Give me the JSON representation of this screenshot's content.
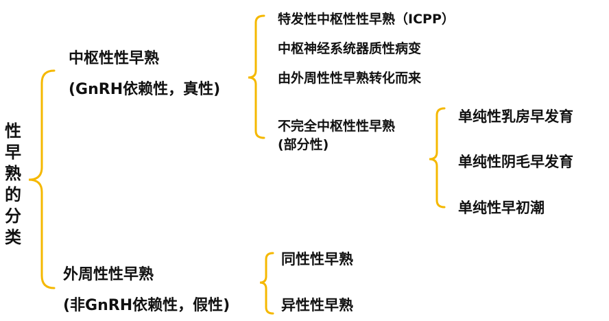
{
  "brace_color": "#f5b800",
  "root": "性早熟的分类",
  "central": {
    "title": "中枢性性早熟",
    "subtitle": "(GnRH依赖性，真性)",
    "items": [
      "特发性中枢性性早熟（ICPP）",
      "中枢神经系统器质性病变",
      "由外周性性早熟转化而来"
    ],
    "incomplete": {
      "title": "不完全中枢性性早熟",
      "subtitle": "(部分性)",
      "items": [
        "单纯性乳房早发育",
        "单纯性阴毛早发育",
        "单纯性早初潮"
      ]
    }
  },
  "peripheral": {
    "title": "外周性性早熟",
    "subtitle": "(非GnRH依赖性，假性)",
    "items": [
      "同性性早熟",
      "异性性早熟"
    ]
  }
}
